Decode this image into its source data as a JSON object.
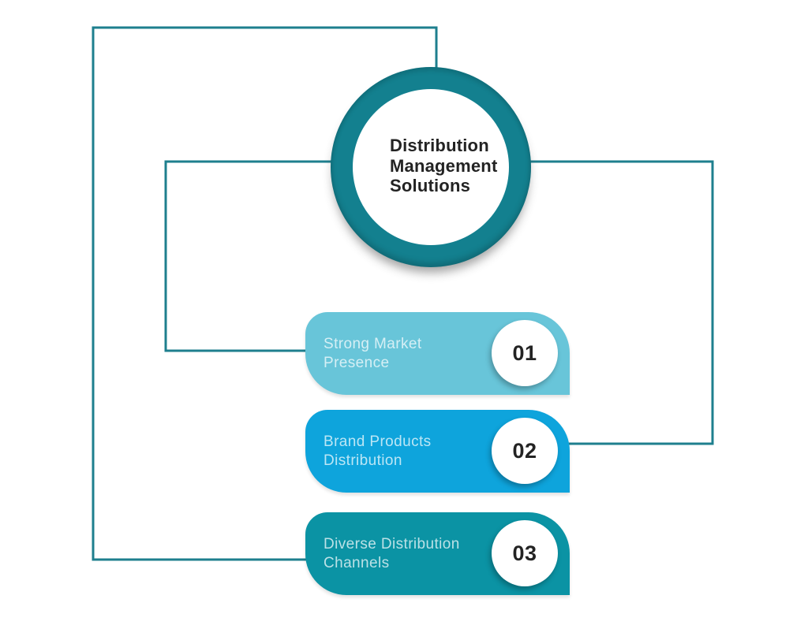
{
  "title": {
    "text": "Distribution\nManagement\nSolutions"
  },
  "items": [
    {
      "number": "01",
      "label": "Strong Market\nPresence",
      "color": "#68c5d9"
    },
    {
      "number": "02",
      "label": "Brand Products\nDistribution",
      "color": "#0ea4dc"
    },
    {
      "number": "03",
      "label": "Diverse Distribution\nChannels",
      "color": "#0b93a4"
    }
  ],
  "colors": {
    "background": "#ffffff",
    "connector": "#1e7f8e",
    "ring": "#13808f",
    "circle_fill": "#ffffff",
    "title_text": "#232323",
    "number_text": "#232323",
    "card_label_text": "rgba(255,255,255,0.72)"
  }
}
